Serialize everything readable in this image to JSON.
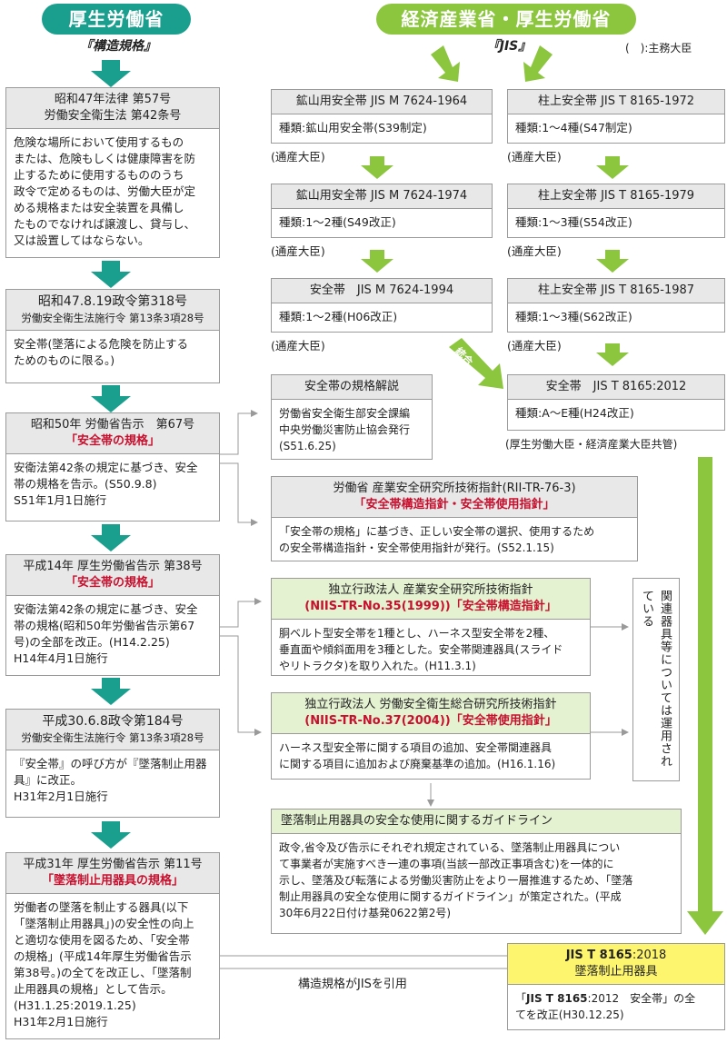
{
  "left_header": {
    "title": "厚生労働省",
    "subtitle": "『構造規格』"
  },
  "right_header": {
    "title": "経済産業省・厚生労働省",
    "subtitle": "『JIS』",
    "legend": "(　):主務大臣"
  },
  "left_boxes": [
    {
      "head1": "昭和47年法律 第57号",
      "head2": "労働安全衛生法 第42条号",
      "body": [
        "危険な場所において使用するもの",
        "または、危険もしくは健康障害を防",
        "止するために使用するもののうち",
        "政令で定めるものは、労働大臣が定",
        "める規格または安全装置を具備し",
        "たものでなければ譲渡し、貸与し、",
        "又は設置してはならない。"
      ]
    },
    {
      "head1": "昭和47.8.19政令第318号",
      "head2": "労働安全衛生法施行令 第13条3項28号",
      "body": [
        "安全帯(墜落による危険を防止する",
        "ためのものに限る。)"
      ]
    },
    {
      "head1": "昭和50年 労働省告示　第67号",
      "head2": "「安全帯の規格」",
      "body": [
        "安衛法第42条の規定に基づき、安全",
        "帯の規格を告示。(S50.9.8)",
        "S51年1月1日施行"
      ]
    },
    {
      "head1": "平成14年 厚生労働省告示 第38号",
      "head2": "「安全帯の規格」",
      "body": [
        "安衛法第42条の規定に基づき、安全",
        "帯の規格(昭和50年労働省告示第67",
        "号)の全部を改正。(H14.2.25)",
        "H14年4月1日施行"
      ]
    },
    {
      "head1": "平成30.6.8政令第184号",
      "head2": "労働安全衛生法施行令 第13条3項28号",
      "body": [
        "『安全帯』の呼び方が『墜落制止用器",
        "具』に改正。",
        "H31年2月1日施行"
      ]
    },
    {
      "head1": "平成31年 厚生労働省告示 第11号",
      "head2": "「墜落制止用器具の規格」",
      "body": [
        "労働者の墜落を制止する器具(以下",
        "「墜落制止用器具」)の安全性の向上",
        "と適切な使用を図るため、「安全帯",
        "の規格」(平成14年厚生労働省告示",
        "第38号。)の全てを改正し、「墜落制",
        "止用器具の規格」として告示。",
        "(H31.1.25:2019.1.25)",
        "H31年2月1日施行"
      ]
    }
  ],
  "jis_left": [
    {
      "title": "鉱山用安全帯 JIS M 7624-1964",
      "body": "種類:鉱山用安全帯(S39制定)",
      "note": "(通産大臣)"
    },
    {
      "title": "鉱山用安全帯 JIS M 7624-1974",
      "body": "種類:1～2種(S49改正)",
      "note": "(通産大臣)"
    },
    {
      "title": "安全帯　JIS M 7624-1994",
      "body": "種類:1～2種(H06改正)",
      "note": "(通産大臣)"
    }
  ],
  "jis_right": [
    {
      "title": "柱上安全帯 JIS T 8165-1972",
      "body": "種類:1～4種(S47制定)",
      "note": "(通産大臣)"
    },
    {
      "title": "柱上安全帯 JIS T 8165-1979",
      "body": "種類:1～3種(S54改正)",
      "note": "(通産大臣)"
    },
    {
      "title": "柱上安全帯 JIS T 8165-1987",
      "body": "種類:1～3種(S62改正)",
      "note": "(通産大臣)"
    }
  ],
  "merge_label": "統合",
  "jis_2012": {
    "title": "安全帯　JIS T 8165:2012",
    "body": "種類:A～E種(H24改正)",
    "note": "(厚生労働大臣・経済産業大臣共管)"
  },
  "commentary": {
    "title": "安全帯の規格解説",
    "body": [
      "労働省安全衛生部安全課編",
      "中央労働災害防止協会発行",
      "(S51.6.25)"
    ]
  },
  "rii": {
    "title": "労働省 産業安全研究所技術指針(RII-TR-76-3)",
    "title2": "「安全帯構造指針・安全帯使用指針」",
    "body": [
      "「安全帯の規格」に基づき、正しい安全帯の選択、使用するため",
      "の安全帯構造指針・安全帯使用指針が発行。(S52.1.15)"
    ]
  },
  "niis35": {
    "title": "独立行政法人 産業安全研究所技術指針",
    "title2": "(NIIS-TR-No.35(1999))「安全帯構造指針」",
    "body": [
      "胴ベルト型安全帯を1種とし、ハーネス型安全帯を2種、",
      "垂直面や傾斜面用を3種とした。安全帯関連器具(スライド",
      "やリトラクタ)を取り入れた。(H11.3.1)"
    ]
  },
  "niis37": {
    "title": "独立行政法人 労働安全衛生総合研究所技術指針",
    "title2": "(NIIS-TR-No.37(2004))「安全帯使用指針」",
    "body": [
      "ハーネス型安全帯に関する項目の追加、安全帯関連器具",
      "に関する項目に追加および廃棄基準の追加。(H16.1.16)"
    ]
  },
  "side_note": "関連器具等については運用されている",
  "guideline": {
    "title": "墜落制止用器具の安全な使用に関するガイドライン",
    "body": [
      "政令,省令及び告示にそれぞれ規定されている、墜落制止用器具につい",
      "て事業者が実施すべき一連の事項(当該一部改正事項含む)を一体的に",
      "示し、墜落及び転落による労働災害防止をより一層推進するため、「墜落",
      "制止用器具の安全な使用に関するガイドライン」が策定された。(平成",
      "30年6月22日付け基発0622第2号)"
    ]
  },
  "jis_2018": {
    "title_bold": "JIS T 8165",
    "title_rest": ":2018",
    "title2": "墜落制止用器具",
    "body_bold": "JIS T 8165",
    "body_pre": "「",
    "body_rest": ":2012　安全帯」の全",
    "body2": "てを改正(H30.12.25)"
  },
  "cite_label": "構造規格がJISを引用",
  "colors": {
    "teal": "#1a9e8e",
    "green": "#8cc63f",
    "yellow": "#fdf56d",
    "red": "#c8102e"
  }
}
